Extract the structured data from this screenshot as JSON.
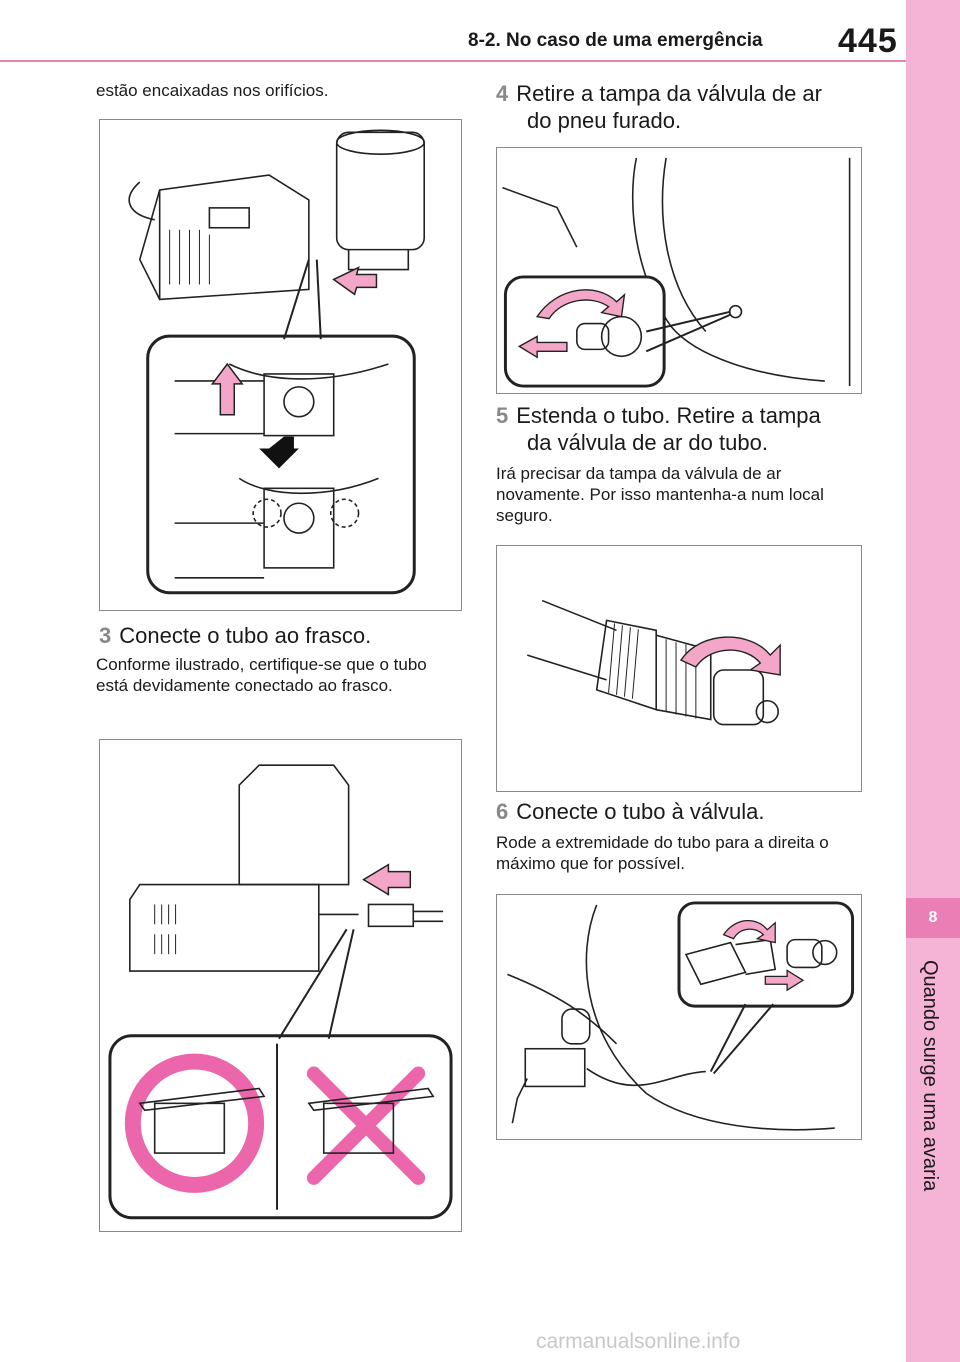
{
  "header": {
    "section": "8-2. No caso de uma emergência",
    "page_number": "445"
  },
  "side_tab": {
    "number": "8",
    "label": "Quando surge uma avaria"
  },
  "left": {
    "intro": "estão encaixadas nos orifícios.",
    "step3": {
      "num": "3",
      "title": "Conecte o tubo ao frasco."
    },
    "step3_note": "Conforme ilustrado, certifique-se que o tubo está devidamente conectado ao frasco."
  },
  "right": {
    "step4": {
      "num": "4",
      "title_line1": "Retire a tampa da válvula de ar",
      "title_line2": "do pneu furado."
    },
    "step5": {
      "num": "5",
      "title_line1": "Estenda o tubo. Retire a tampa",
      "title_line2": "da válvula de ar do tubo."
    },
    "step5_note": "Irá precisar da tampa da válvula de ar novamente. Por isso mantenha-a num local seguro.",
    "step6": {
      "num": "6",
      "title": "Conecte o tubo à válvula."
    },
    "step6_note": "Rode a extremidade do tubo para a direita o máximo que for possível."
  },
  "footer": {
    "watermark": "carmanualsonline.info"
  },
  "colors": {
    "accent": "#e97fb5",
    "tab": "#f5b3d5",
    "arrow": "#f4a6c8"
  }
}
